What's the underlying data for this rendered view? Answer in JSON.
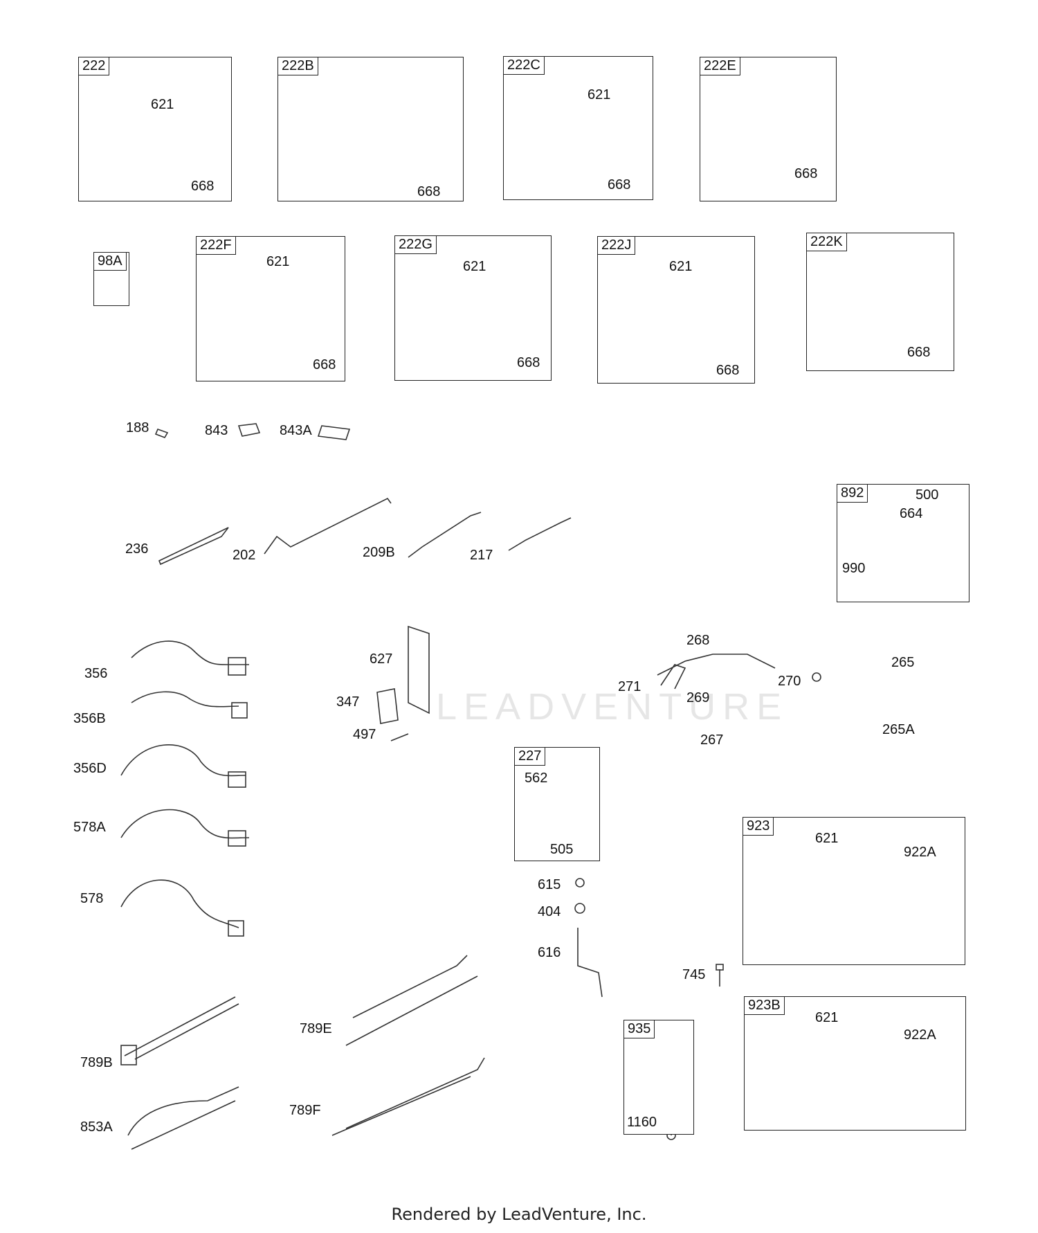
{
  "boxes": [
    {
      "id": "222",
      "tag": "222",
      "labels": [
        "621",
        "668"
      ]
    },
    {
      "id": "222B",
      "tag": "222B",
      "labels": [
        "668"
      ]
    },
    {
      "id": "222C",
      "tag": "222C",
      "labels": [
        "621",
        "668"
      ]
    },
    {
      "id": "222E",
      "tag": "222E",
      "labels": [
        "668"
      ]
    },
    {
      "id": "98A",
      "tag": "98A",
      "labels": []
    },
    {
      "id": "222F",
      "tag": "222F",
      "labels": [
        "621",
        "668"
      ]
    },
    {
      "id": "222G",
      "tag": "222G",
      "labels": [
        "621",
        "668"
      ]
    },
    {
      "id": "222J",
      "tag": "222J",
      "labels": [
        "621",
        "668"
      ]
    },
    {
      "id": "222K",
      "tag": "222K",
      "labels": [
        "668"
      ]
    },
    {
      "id": "892",
      "tag": "892",
      "labels": [
        "500",
        "664",
        "990"
      ]
    },
    {
      "id": "227",
      "tag": "227",
      "labels": [
        "562",
        "505"
      ]
    },
    {
      "id": "923",
      "tag": "923",
      "labels": [
        "621",
        "922A"
      ]
    },
    {
      "id": "935",
      "tag": "935",
      "labels": [
        "1160"
      ]
    },
    {
      "id": "923B",
      "tag": "923B",
      "labels": [
        "621",
        "922A"
      ]
    }
  ],
  "loose_labels": [
    "188",
    "843",
    "843A",
    "236",
    "202",
    "209B",
    "217",
    "356",
    "356B",
    "356D",
    "578A",
    "578",
    "627",
    "347",
    "497",
    "268",
    "271",
    "269",
    "270",
    "265",
    "267",
    "265A",
    "615",
    "404",
    "616",
    "745",
    "789B",
    "853A",
    "789E",
    "789F"
  ],
  "footer": "Rendered by LeadVenture, Inc.",
  "watermark": "LEADVENTURE"
}
